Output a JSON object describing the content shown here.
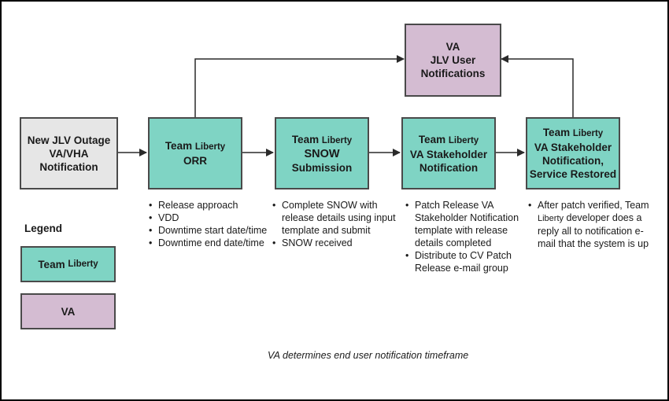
{
  "nodes": {
    "outage": [
      "New JLV Outage",
      "VA/VHA",
      "Notification"
    ],
    "va_jlv": [
      "VA",
      "JLV User",
      "Notifications"
    ],
    "orr": {
      "team": "Team",
      "liberty": "Liberty",
      "line2": "ORR"
    },
    "snow": {
      "team": "Team",
      "liberty": "Liberty",
      "line2": "SNOW",
      "line3": "Submission"
    },
    "stakeholder": {
      "team": "Team",
      "liberty": "Liberty",
      "line2": "VA Stakeholder",
      "line3": "Notification"
    },
    "restored": {
      "team": "Team",
      "liberty": "Liberty",
      "line2": "VA Stakeholder",
      "line3": "Notification,",
      "line4": "Service Restored"
    }
  },
  "notes": {
    "orr": [
      "Release approach",
      "VDD",
      "Downtime start date/time",
      "Downtime end date/time"
    ],
    "snow": [
      "Complete SNOW with release details using input template and submit",
      "SNOW received"
    ],
    "stakeholder": [
      "Patch Release VA Stakeholder Notification template with release details completed",
      "Distribute to CV Patch Release e-mail group"
    ],
    "restored": {
      "pre": "After patch verified, Team ",
      "liberty": "Liberty",
      "post": " developer does a reply all to notification e-mail that the system is up"
    }
  },
  "legend": {
    "title": "Legend",
    "team": "Team",
    "liberty": "Liberty",
    "va": "VA"
  },
  "caption": "VA determines end user notification timeframe",
  "colors": {
    "team": "#7fd4c4",
    "va": "#d4bcd2",
    "outage": "#e6e6e6",
    "border": "#4a4a4a"
  }
}
